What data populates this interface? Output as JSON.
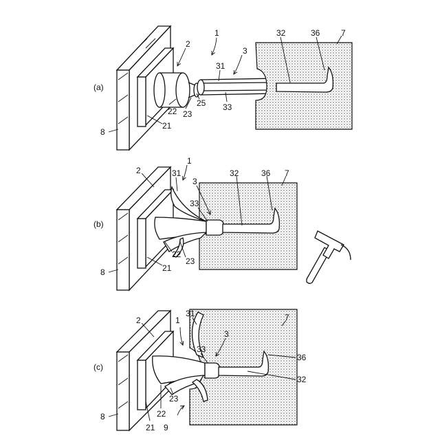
{
  "panels": {
    "a": {
      "label": "(a)",
      "refs": {
        "r1": "1",
        "r2": "2",
        "r3": "3",
        "r7": "7",
        "r8": "8",
        "r21": "21",
        "r22": "22",
        "r23": "23",
        "r25": "25",
        "r31": "31",
        "r32": "32",
        "r33": "33",
        "r36": "36"
      }
    },
    "b": {
      "label": "(b)",
      "refs": {
        "r1": "1",
        "r2": "2",
        "r3": "3",
        "r7": "7",
        "r8": "8",
        "r21": "21",
        "r22": "22",
        "r23": "23",
        "r31": "31",
        "r32": "32",
        "r33": "33",
        "r36": "36"
      }
    },
    "c": {
      "label": "(c)",
      "refs": {
        "r1": "1",
        "r2": "2",
        "r3": "3",
        "r7": "7",
        "r8": "8",
        "r9": "9",
        "r21": "21",
        "r22": "22",
        "r23": "23",
        "r31": "31",
        "r32": "32",
        "r33": "33",
        "r36": "36"
      }
    }
  },
  "icons": [
    "hammer-icon"
  ]
}
